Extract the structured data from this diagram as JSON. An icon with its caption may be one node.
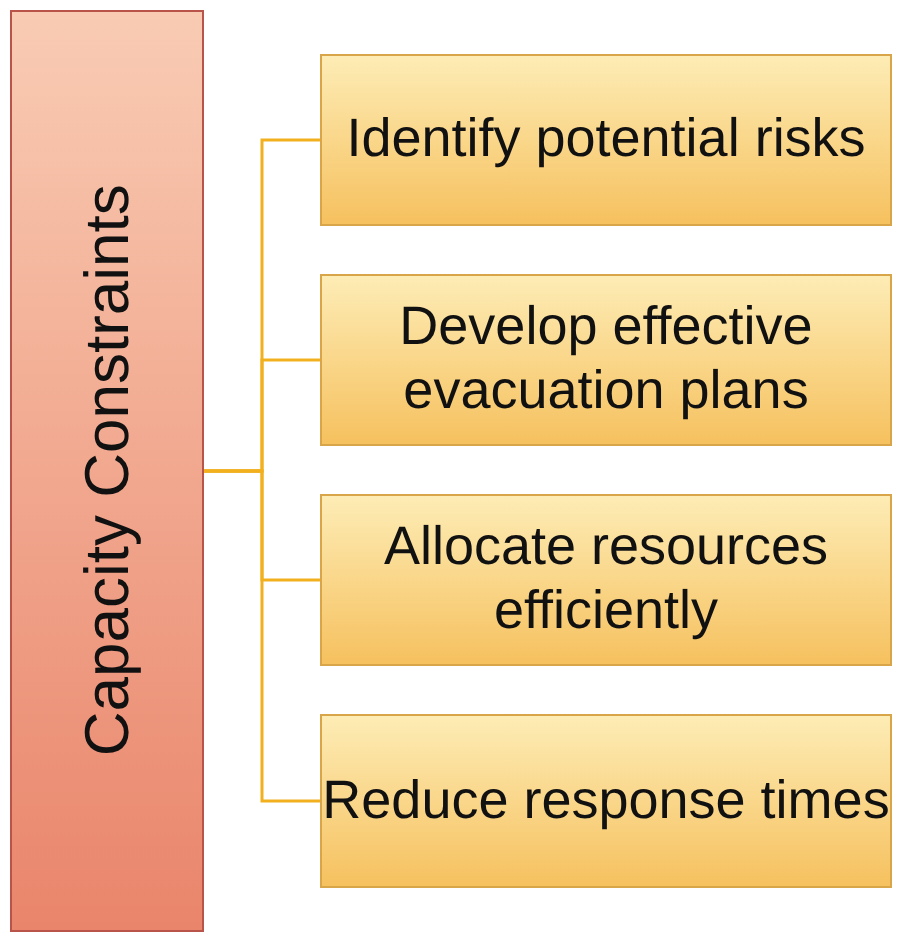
{
  "diagram": {
    "nodes": [
      {
        "text": [
          "Capacity Constraints"
        ]
      },
      {
        "text": [
          "Identify potential risks"
        ]
      },
      {
        "text": [
          "Develop effective evacuation plans"
        ]
      },
      {
        "text": [
          "Allocate resources efficiently"
        ]
      },
      {
        "text": [
          "Reduce response times"
        ]
      }
    ],
    "edges": [
      {
        "from": 0,
        "to": 1,
        "arrow": "none"
      },
      {
        "from": 0,
        "to": 2,
        "arrow": "none"
      },
      {
        "from": 0,
        "to": 3,
        "arrow": "none"
      },
      {
        "from": 0,
        "to": 4,
        "arrow": "none"
      }
    ]
  }
}
